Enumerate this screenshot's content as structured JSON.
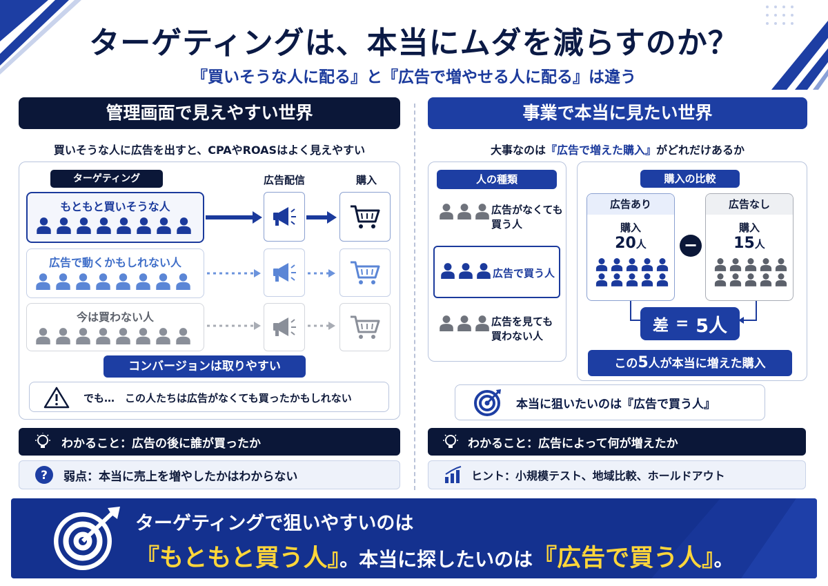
{
  "title": "ターゲティングは、本当にムダを減らすのか？",
  "subtitle": "『買いそうな人に配る』と『広告で増やせる人に配る』は違う",
  "left": {
    "heading": "管理画面で見えやすい世界",
    "lead": "買いそうな人に広告を出すと、CPAやROASはよく見えやすい",
    "targeting_label": "ターゲティング",
    "col_delivery": "広告配信",
    "col_purchase": "購入",
    "groups": [
      {
        "label": "もともと買いそうな人",
        "color": "#1b3a9c"
      },
      {
        "label": "広告で動くかもしれない人",
        "color": "#5b86d6"
      },
      {
        "label": "今は買わない人",
        "color": "#8a8f99"
      }
    ],
    "conversion_label": "コンバージョンは取りやすい",
    "warning": "でも…　この人たちは広告がなくても買ったかもしれない",
    "insight": "わかること：広告の後に誰が買ったか",
    "weakness": "弱点：本当に売上を増やしたかはわからない",
    "warning_icon": "warning-triangle-icon",
    "insight_icon": "lightbulb-icon",
    "weakness_icon": "question-circle-icon"
  },
  "right": {
    "heading": "事業で本当に見たい世界",
    "lead_pre": "大事なのは",
    "lead_em": "『広告で増えた購入』",
    "lead_post": "がどれだけあるか",
    "types_label": "人の種類",
    "types": [
      {
        "label": "広告がなくても\n買う人",
        "color": "#6f737c"
      },
      {
        "label": "広告で買う人",
        "color": "#1b3a9c"
      },
      {
        "label": "広告を見ても\n買わない人",
        "color": "#6f737c"
      }
    ],
    "compare_label": "購入の比較",
    "with_ad": {
      "label": "広告あり",
      "caption": "購入",
      "count": "20",
      "unit": "人",
      "color": "#1b3a9c"
    },
    "without_ad": {
      "label": "広告なし",
      "caption": "購入",
      "count": "15",
      "unit": "人",
      "color": "#5c616b"
    },
    "minus": "−",
    "diff_label": "差",
    "diff_eq": "=",
    "diff_value": "5人",
    "increase_pre": "この",
    "increase_num": "5",
    "increase_post": "人が本当に増えた購入",
    "goal": "本当に狙いたいのは『広告で買う人』",
    "insight": "わかること：広告によって何が増えたか",
    "hint": "ヒント：小規模テスト、地域比較、ホールドアウト",
    "goal_icon": "target-icon",
    "insight_icon": "lightbulb-icon",
    "hint_icon": "bar-chart-icon"
  },
  "footer": {
    "line1": "ターゲティングで狙いやすいのは",
    "line2_a": "『もともと買う人』",
    "line2_b": "。本当に探したいのは",
    "line2_c": "『広告で買う人』",
    "line2_d": "。",
    "icon": "target-icon"
  }
}
